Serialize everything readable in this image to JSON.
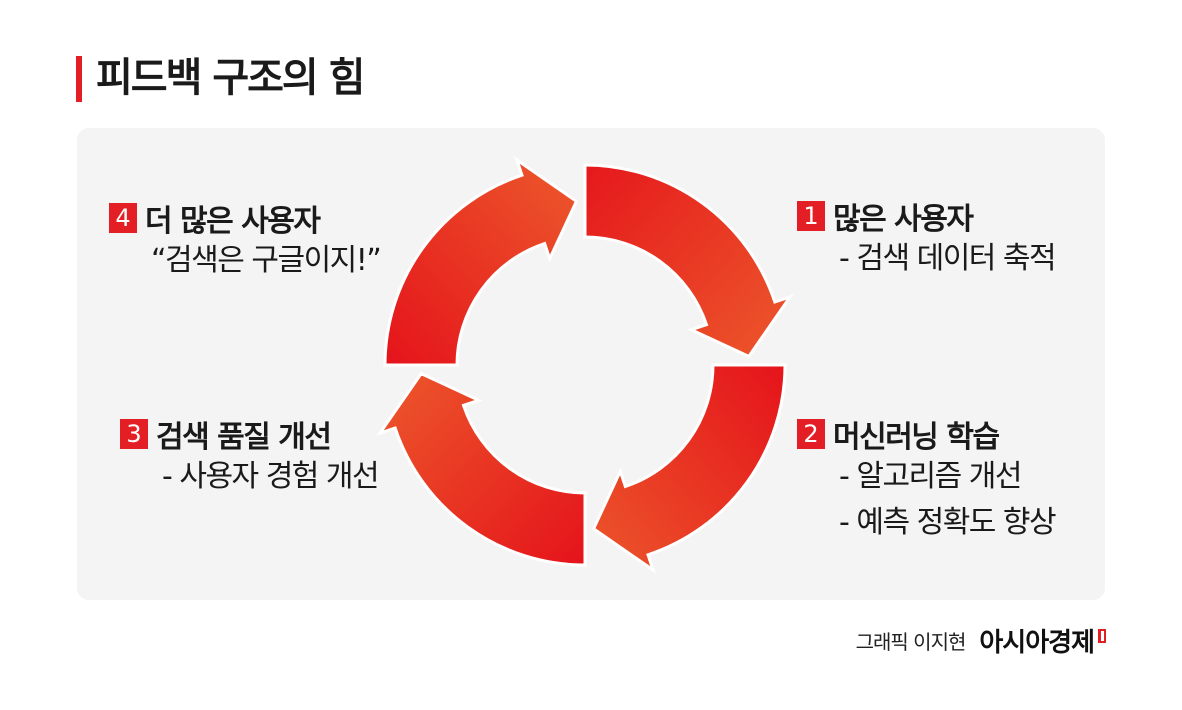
{
  "title": "피드백 구조의 힘",
  "colors": {
    "accent": "#e31e24",
    "arrow_dark": "#e5141b",
    "arrow_light": "#ec5a2c",
    "panel": "#f4f4f4"
  },
  "steps": [
    {
      "num": "1",
      "title": "많은 사용자",
      "lines": [
        "- 검색 데이터 축적"
      ]
    },
    {
      "num": "2",
      "title": "머신러닝 학습",
      "lines": [
        "- 알고리즘 개선",
        "- 예측 정확도 향상"
      ]
    },
    {
      "num": "3",
      "title": "검색 품질 개선",
      "lines": [
        "- 사용자 경험 개선"
      ]
    },
    {
      "num": "4",
      "title": "더 많은 사용자",
      "lines": [
        "“검색은 구글이지!”"
      ]
    }
  ],
  "credit": {
    "text": "그래픽 이지현",
    "logo": "아시아경제"
  }
}
